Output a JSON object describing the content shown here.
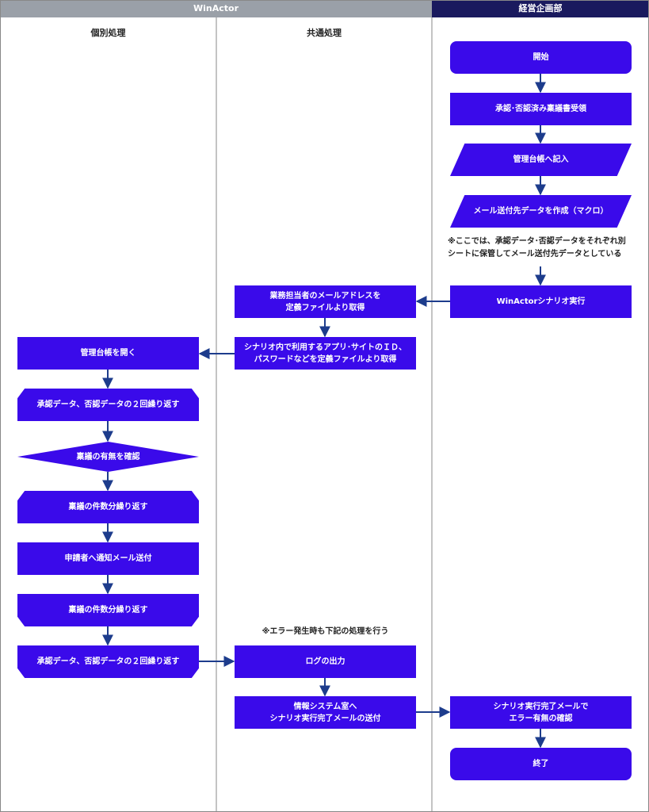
{
  "lanes": {
    "winactor": "WinActor",
    "planning": "経営企画部",
    "individual": "個別処理",
    "common": "共通処理"
  },
  "nodes": {
    "start": "開始",
    "receive": "承認･否認済み稟議書受領",
    "ledger_entry": "管理台帳へ記入",
    "create_mail_data": "メール送付先データを作成（マクロ）",
    "run_scenario": "WinActorシナリオ実行",
    "get_mail_address": "業務担当者のメールアドレスを\n定義ファイルより取得",
    "get_credentials": "シナリオ内で利用するアプリ･サイトのＩＤ、\nパスワードなどを定義ファイルより取得",
    "open_ledger": "管理台帳を開く",
    "loop_twice_start": "承認データ、否認データの２回繰り返す",
    "check_ringi": "稟議の有無を確認",
    "loop_count_start": "稟議の件数分繰り返す",
    "send_notice": "申請者へ通知メール送付",
    "loop_count_end": "稟議の件数分繰り返す",
    "loop_twice_end": "承認データ、否認データの２回繰り返す",
    "log_output": "ログの出力",
    "send_completion": "情報システム室へ\nシナリオ実行完了メールの送付",
    "confirm_errors": "シナリオ実行完了メールで\nエラー有無の確認",
    "end": "終了"
  },
  "notes": {
    "sheet_note": "※ここでは、承認データ･否認データをそれぞれ別\nシートに保管してメール送付先データとしている",
    "error_note": "※エラー発生時も下記の処理を行う"
  },
  "colors": {
    "node_fill": "#3a0aea",
    "header_gray": "#9aa0a8",
    "header_navy": "#1a1a5e",
    "arrow": "#1d3c8c",
    "divider": "#888888"
  }
}
